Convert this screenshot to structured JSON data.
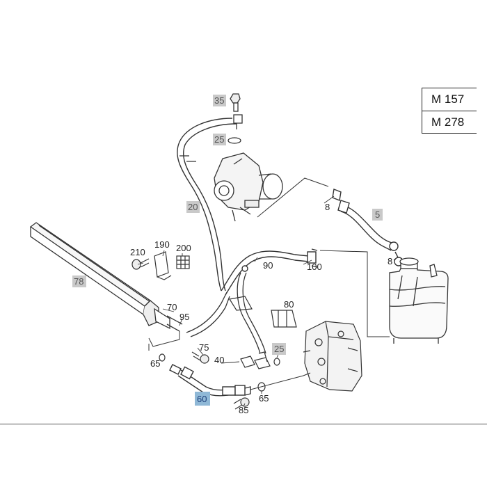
{
  "models": [
    "M 157",
    "M 278"
  ],
  "colors": {
    "line": "#333333",
    "tag_gray": "#c9c9c9",
    "tag_highlight": "#8fb8d6"
  },
  "callouts": {
    "p35": "35",
    "p25_top": "25",
    "p20": "20",
    "p8_upper": "8",
    "p5": "5",
    "p8_lower": "8",
    "p210": "210",
    "p190": "190",
    "p200": "200",
    "p90": "90",
    "p100": "100",
    "p78": "78",
    "p70": "70",
    "p95": "95",
    "p80": "80",
    "p75": "75",
    "p25_mid": "25",
    "p40": "40",
    "p65_left": "65",
    "p60": "60",
    "p65_right": "65",
    "p85": "85"
  }
}
